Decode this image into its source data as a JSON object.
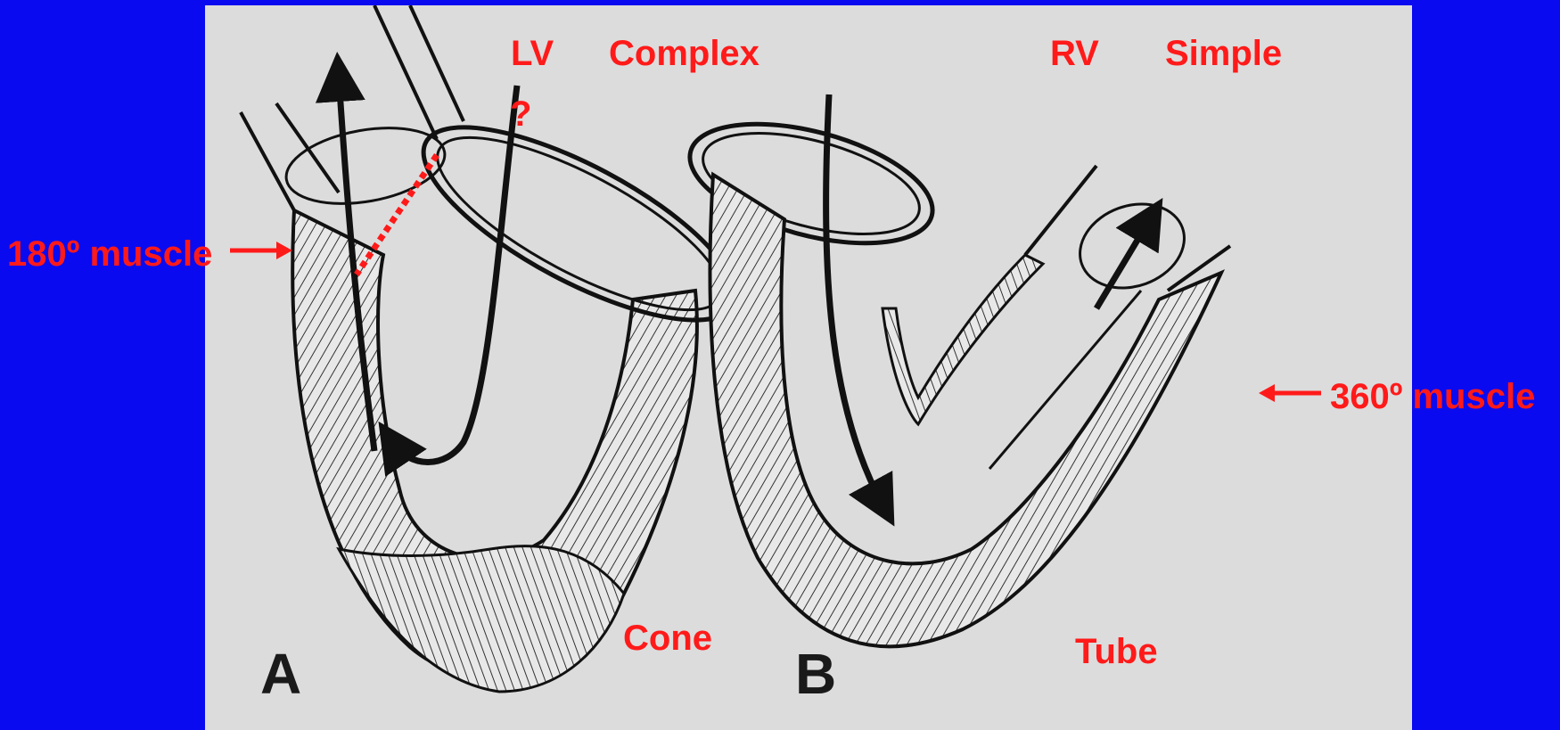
{
  "labels": {
    "lv": "LV",
    "complex": "Complex",
    "question": "?",
    "rv": "RV",
    "simple": "Simple",
    "muscle_180": "180º muscle",
    "muscle_360": "360º muscle",
    "cone": "Cone",
    "tube": "Tube"
  },
  "panels": {
    "a": "A",
    "b": "B"
  },
  "colors": {
    "background": "#0a0af0",
    "annotation": "#ff1a1a",
    "figure_bg": "#dcdcdc",
    "ink": "#1a1a1a"
  }
}
